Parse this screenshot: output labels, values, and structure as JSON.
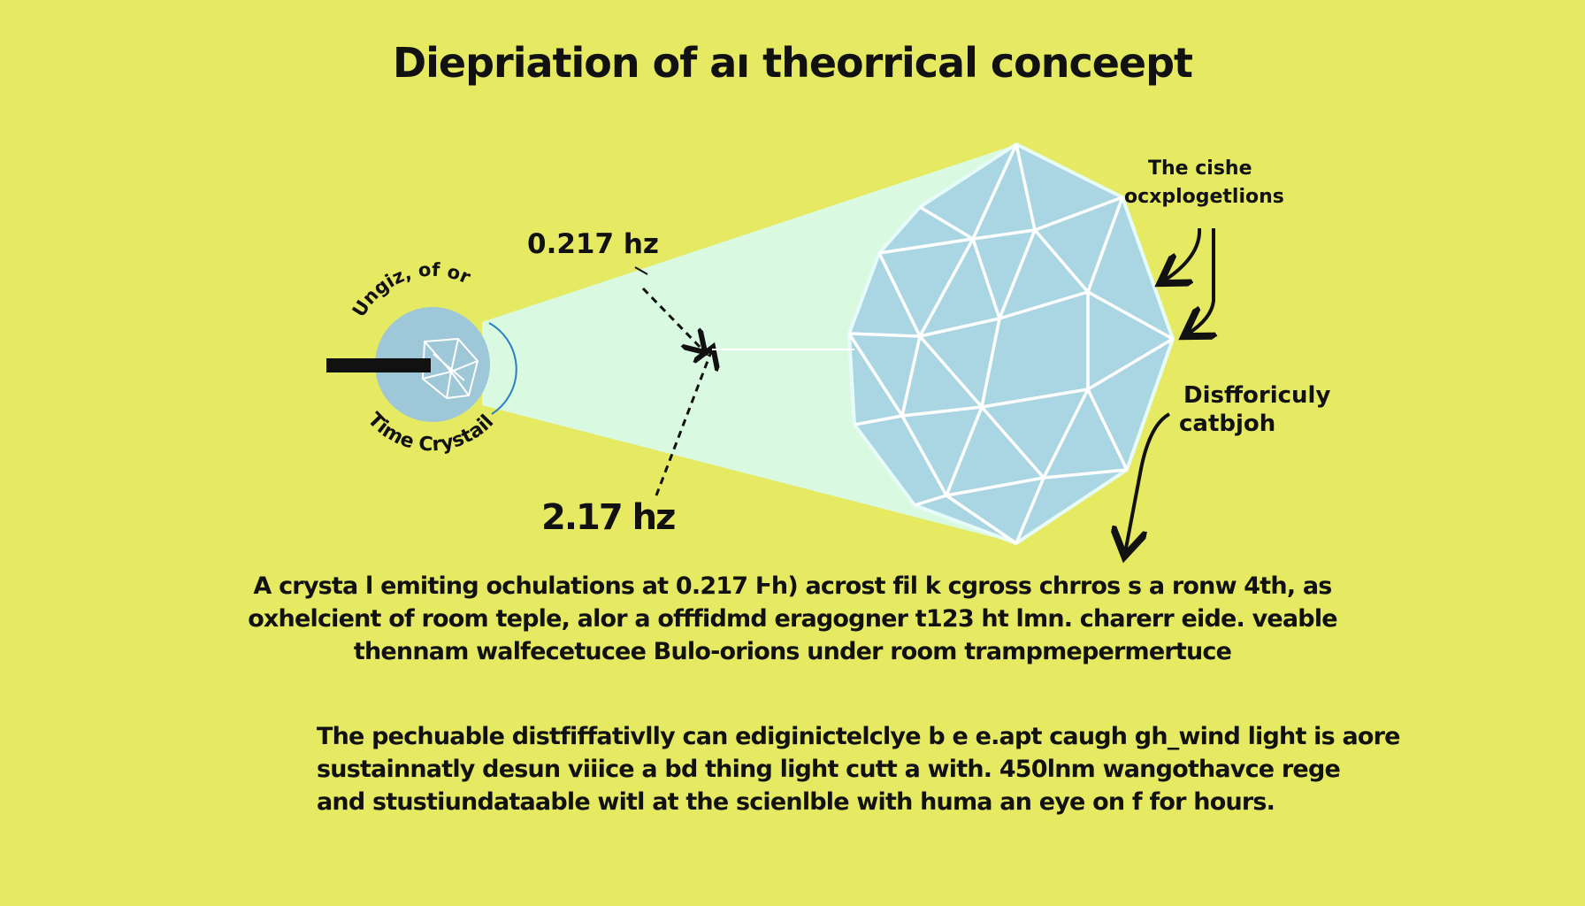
{
  "title": "Diepriation of aı theorrical conceept",
  "small_crystal": {
    "label_top": "Ungiz, of or",
    "label_bottom": "Time Crystail"
  },
  "frequency_labels": {
    "upper": "0.217 hz",
    "lower": "2.17 hz"
  },
  "right_labels": {
    "top_line1": "The cishe",
    "top_line2": "ocxplogetlions",
    "bottom_line1": "Disfforiculy",
    "bottom_line2": "catbjoh"
  },
  "paragraph1": [
    "A crysta l emiting ochulations at 0.217 Ͱh) acrost fil k cgross chrros s a ronw 4th, as",
    "oxhelcient of room teple, alor a offfidmd eragogner t123 ht lmn. charerr eide. veable",
    "thennam  walfecetucee Bulo-orions under room trampmepermertuce"
  ],
  "paragraph2": [
    "The pechuable distfiffativlly can ediginictelclye b e e.apt caugh gh_wind light is aore",
    "sustainnatly desun viiice a bd thing light cutt a with. 450lnm wangothavce rege",
    "and stustiundataable witl at  the scienlble with huma an eye on f for hours."
  ],
  "colors": {
    "background": "#e6ea62",
    "beam": "#d8fbe8",
    "crystal": "#a9d6e2",
    "circle": "#9ec7d8",
    "ink": "#111111"
  }
}
